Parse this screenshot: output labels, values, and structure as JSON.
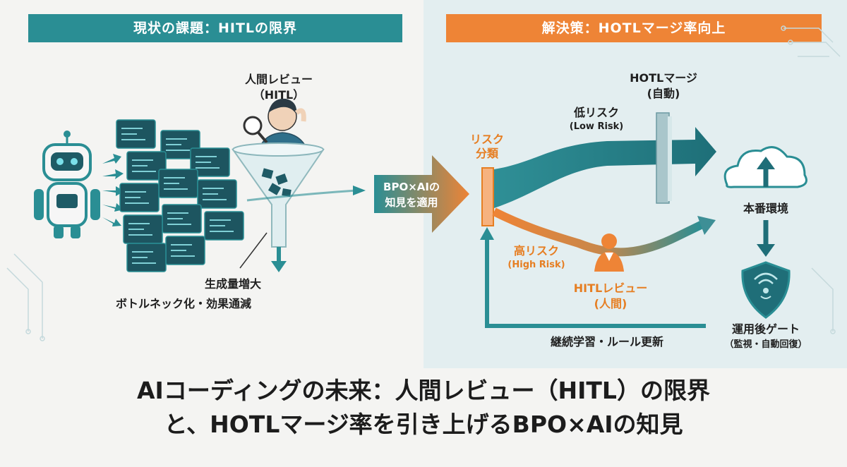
{
  "left_header": "現状の課題：HITLの限界",
  "right_header": "解決策：HOTLマージ率向上",
  "human_review": {
    "line1": "人間レビュー",
    "line2": "（HITL）"
  },
  "bottleneck": {
    "line1": "生成量増大",
    "line2": "ボトルネック化・効果通減"
  },
  "bpo_ai": {
    "line1": "BPO×AIの",
    "line2": "知見を適用"
  },
  "risk_classify": {
    "line1": "リスク",
    "line2": "分類"
  },
  "low_risk": {
    "line1": "低リスク",
    "line2": "(Low Risk)"
  },
  "hotl_merge": {
    "line1": "HOTLマージ",
    "line2": "(自動)"
  },
  "high_risk": {
    "line1": "高リスク",
    "line2": "(High Risk)"
  },
  "hitl_review": {
    "line1": "HITLレビュー",
    "line2": "(人間)"
  },
  "production": "本番環境",
  "post_gate": {
    "line1": "運用後ゲート",
    "line2": "（監視・自動回復）"
  },
  "continuous_learning": "継続学習・ルール更新",
  "bottom_title": {
    "line1": "AIコーディングの未来：人間レビュー（HITL）の限界",
    "line2": "と、HOTLマージ率を引き上げるBPO×AIの知見"
  },
  "colors": {
    "teal": "#2a8e94",
    "orange": "#ee8436",
    "dark_teal": "#1f6e78"
  }
}
